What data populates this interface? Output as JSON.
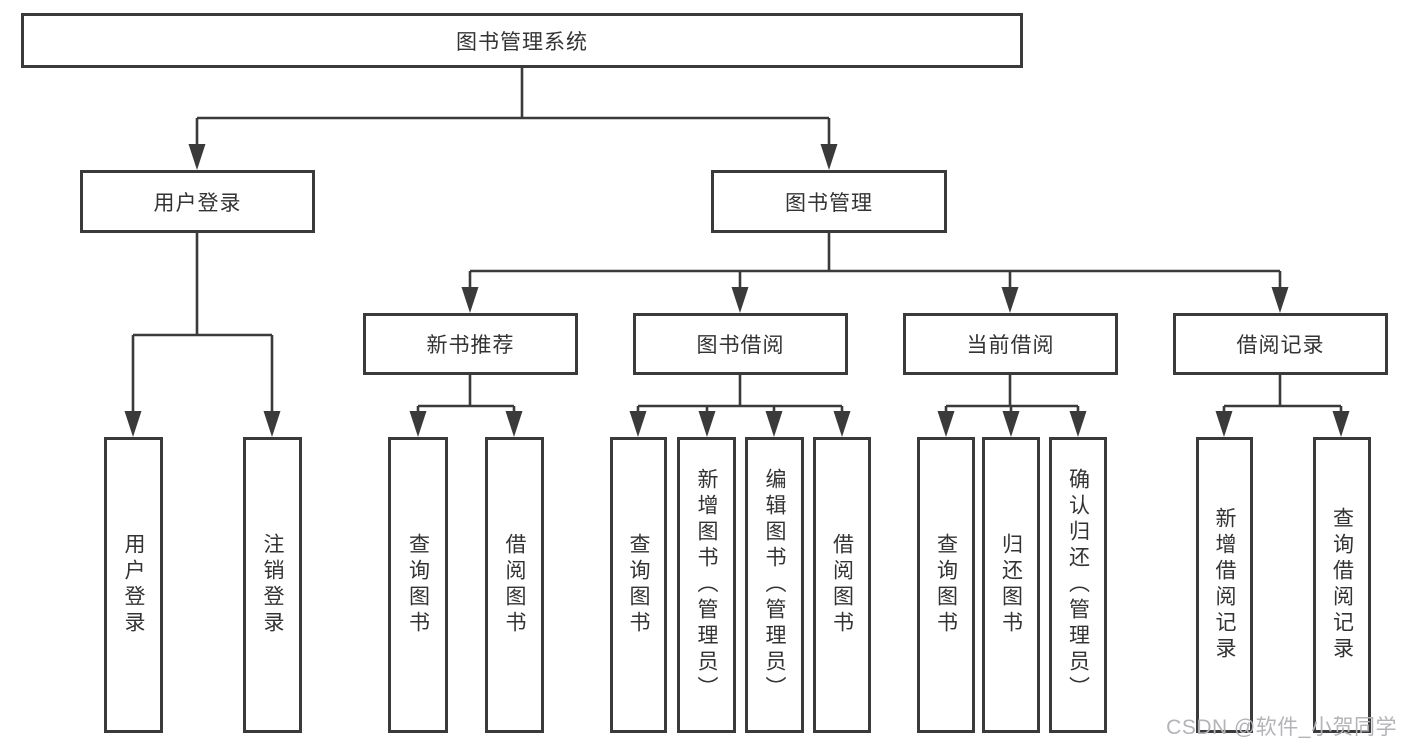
{
  "tree": {
    "root": {
      "label": "图书管理系统"
    },
    "branches": [
      {
        "label": "用户登录",
        "children": [
          "用户登录",
          "注销登录"
        ]
      },
      {
        "label": "图书管理",
        "children": [
          {
            "label": "新书推荐",
            "children": [
              "查询图书",
              "借阅图书"
            ]
          },
          {
            "label": "图书借阅",
            "children": [
              "查询图书",
              "新增图书（管理员）",
              "编辑图书（管理员）",
              "借阅图书"
            ]
          },
          {
            "label": "当前借阅",
            "children": [
              "查询图书",
              "归还图书",
              "确认归还（管理员）"
            ]
          },
          {
            "label": "借阅记录",
            "children": [
              "新增借阅记录",
              "查询借阅记录"
            ]
          }
        ]
      }
    ]
  },
  "watermark": {
    "text": "CSDN @软件_小贺同学"
  },
  "colors": {
    "line": "#3a3a3a",
    "border": "#3a3a3a",
    "text": "#333333",
    "watermark": "#b3b3b8",
    "background": "#ffffff"
  }
}
